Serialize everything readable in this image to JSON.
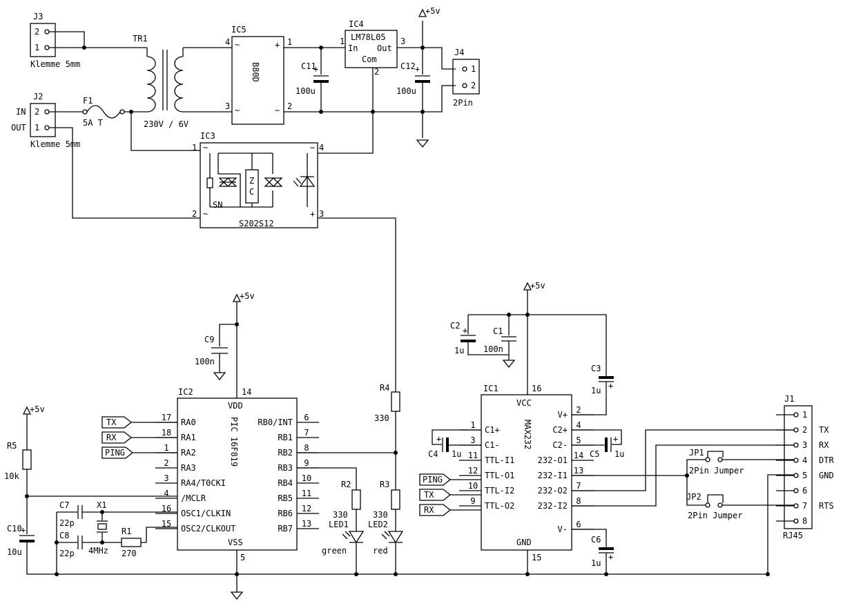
{
  "power": {
    "vcc": "+5v",
    "gnd": "GND"
  },
  "J3": {
    "ref": "J3",
    "value": "Klemme 5mm",
    "pins": [
      "2",
      "1"
    ]
  },
  "J2": {
    "ref": "J2",
    "value": "Klemme 5mm",
    "pins": [
      "2",
      "1"
    ],
    "in": "IN",
    "out": "OUT"
  },
  "F1": {
    "ref": "F1",
    "value": "5A T"
  },
  "TR1": {
    "ref": "TR1",
    "value": "230V / 6V"
  },
  "IC5": {
    "ref": "IC5",
    "value": "B80D",
    "pins": [
      "4",
      "1",
      "3",
      "2"
    ]
  },
  "IC4": {
    "ref": "IC4",
    "value": "LM78L05",
    "in": "In",
    "out": "Out",
    "com": "Com",
    "pins": [
      "1",
      "3",
      "2"
    ]
  },
  "C11": {
    "ref": "C11",
    "value": "100u"
  },
  "C12": {
    "ref": "C12",
    "value": "100u"
  },
  "J4": {
    "ref": "J4",
    "value": "2Pin",
    "pins": [
      "1",
      "2"
    ]
  },
  "IC3": {
    "ref": "IC3",
    "value": "S202S12",
    "sn": "SN",
    "zc": "Z C",
    "pins": [
      "1",
      "4",
      "2",
      "3"
    ]
  },
  "C9": {
    "ref": "C9",
    "value": "100n"
  },
  "IC2": {
    "ref": "IC2",
    "value": "PIC 16F819",
    "vdd": "VDD",
    "vss": "VSS",
    "vdd_pin": "14",
    "vss_pin": "5",
    "left_pins": [
      {
        "num": "17",
        "name": "RA0"
      },
      {
        "num": "18",
        "name": "RA1"
      },
      {
        "num": "1",
        "name": "RA2"
      },
      {
        "num": "2",
        "name": "RA3"
      },
      {
        "num": "3",
        "name": "RA4/T0CKI"
      },
      {
        "num": "4",
        "name": "/MCLR"
      },
      {
        "num": "16",
        "name": "OSC1/CLKIN"
      },
      {
        "num": "15",
        "name": "OSC2/CLKOUT"
      }
    ],
    "right_pins": [
      {
        "num": "6",
        "name": "RB0/INT"
      },
      {
        "num": "7",
        "name": "RB1"
      },
      {
        "num": "8",
        "name": "RB2"
      },
      {
        "num": "9",
        "name": "RB3"
      },
      {
        "num": "10",
        "name": "RB4"
      },
      {
        "num": "11",
        "name": "RB5"
      },
      {
        "num": "12",
        "name": "RB6"
      },
      {
        "num": "13",
        "name": "RB7"
      }
    ]
  },
  "ports": {
    "tx": "TX",
    "rx": "RX",
    "ping": "PING"
  },
  "R5": {
    "ref": "R5",
    "value": "10k"
  },
  "C10": {
    "ref": "C10",
    "value": "10u"
  },
  "C7": {
    "ref": "C7",
    "value": "22p"
  },
  "C8": {
    "ref": "C8",
    "value": "22p"
  },
  "X1": {
    "ref": "X1",
    "value": "4MHz"
  },
  "R1": {
    "ref": "R1",
    "value": "270"
  },
  "R2": {
    "ref": "R2",
    "value": "330"
  },
  "R3": {
    "ref": "R3",
    "value": "330"
  },
  "R4": {
    "ref": "R4",
    "value": "330"
  },
  "LED1": {
    "ref": "LED1",
    "value": "green"
  },
  "LED2": {
    "ref": "LED2",
    "value": "red"
  },
  "C2": {
    "ref": "C2",
    "value": "1u"
  },
  "C1": {
    "ref": "C1",
    "value": "100n"
  },
  "C3": {
    "ref": "C3",
    "value": "1u"
  },
  "C4": {
    "ref": "C4",
    "value": "1u"
  },
  "C5": {
    "ref": "C5",
    "value": "1u"
  },
  "C6": {
    "ref": "C6",
    "value": "1u"
  },
  "IC1": {
    "ref": "IC1",
    "value": "MAX232",
    "vcc": "VCC",
    "gnd": "GND",
    "vcc_pin": "16",
    "gnd_pin": "15",
    "left_pins": [
      {
        "num": "1",
        "name": "C1+"
      },
      {
        "num": "3",
        "name": "C1-"
      },
      {
        "num": "11",
        "name": "TTL-I1"
      },
      {
        "num": "12",
        "name": "TTL-O1"
      },
      {
        "num": "10",
        "name": "TTL-I2"
      },
      {
        "num": "9",
        "name": "TTL-O2"
      }
    ],
    "right_pins": [
      {
        "num": "2",
        "name": "V+"
      },
      {
        "num": "4",
        "name": "C2+"
      },
      {
        "num": "5",
        "name": "C2-"
      },
      {
        "num": "14",
        "name": "232-O1"
      },
      {
        "num": "13",
        "name": "232-I1"
      },
      {
        "num": "7",
        "name": "232-O2"
      },
      {
        "num": "8",
        "name": "232-I2"
      },
      {
        "num": "6",
        "name": "V-"
      }
    ]
  },
  "JP1": {
    "ref": "JP1",
    "value": "2Pin Jumper"
  },
  "JP2": {
    "ref": "JP2",
    "value": "2Pin Jumper"
  },
  "J1": {
    "ref": "J1",
    "value": "RJ45",
    "pins": [
      {
        "num": "1",
        "sig": ""
      },
      {
        "num": "2",
        "sig": "TX"
      },
      {
        "num": "3",
        "sig": "RX"
      },
      {
        "num": "4",
        "sig": "DTR"
      },
      {
        "num": "5",
        "sig": "GND"
      },
      {
        "num": "6",
        "sig": ""
      },
      {
        "num": "7",
        "sig": "RTS"
      },
      {
        "num": "8",
        "sig": ""
      }
    ]
  }
}
